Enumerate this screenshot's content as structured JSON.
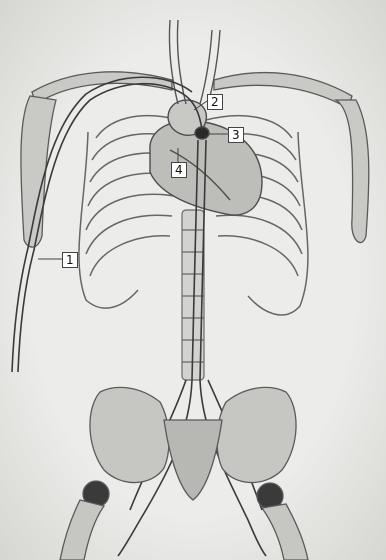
{
  "diagram": {
    "callouts": [
      {
        "id": "1",
        "text": "1"
      },
      {
        "id": "2",
        "text": "2"
      },
      {
        "id": "3",
        "text": "3"
      },
      {
        "id": "4",
        "text": "4"
      }
    ],
    "colors": {
      "paper": "#e9e9e6",
      "pencil": "#5a5a5a",
      "shade": "#b9b9b6",
      "dark": "#2a2a2a"
    }
  }
}
